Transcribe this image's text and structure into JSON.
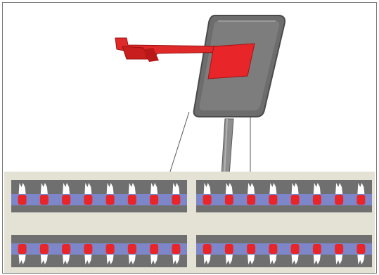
{
  "diagram": {
    "sensor": {
      "icon": "digital-xray-sensor-icon",
      "body_color": "#7a7a7a",
      "pad_color": "#e8262a"
    },
    "holder": {
      "icon": "sensor-holder-arm-icon",
      "color": "#e02a2a"
    },
    "tooth_chart": {
      "icon": "tooth-series-icon",
      "gum_color": "#6f6f6f",
      "bite_color": "#7d86c8",
      "marker_color": "#e8262a",
      "tooth_color": "#ffffff",
      "upper_right": {
        "count": 8
      },
      "upper_left": {
        "count": 8
      },
      "lower_right": {
        "count": 8
      },
      "lower_left": {
        "count": 8
      }
    }
  }
}
